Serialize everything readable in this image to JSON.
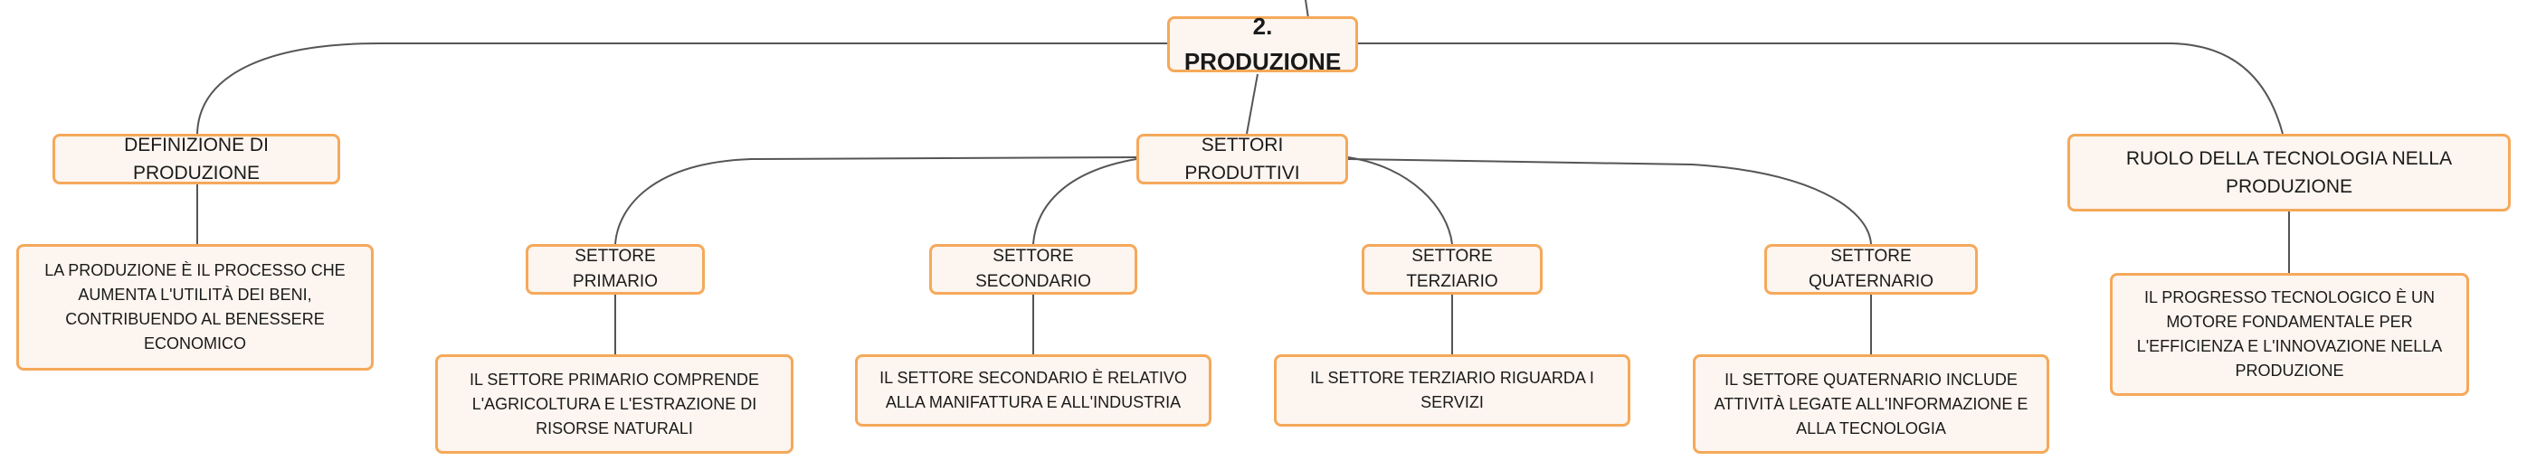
{
  "root": {
    "label": "2. PRODUZIONE"
  },
  "branches": {
    "definizione": {
      "label": "DEFINIZIONE DI PRODUZIONE",
      "detail": "LA PRODUZIONE È IL PROCESSO CHE AUMENTA L'UTILITÀ DEI BENI, CONTRIBUENDO AL BENESSERE ECONOMICO"
    },
    "settori": {
      "label": "SETTORI PRODUTTIVI",
      "primario": {
        "label": "SETTORE PRIMARIO",
        "detail": "IL SETTORE PRIMARIO COMPRENDE L'AGRICOLTURA E L'ESTRAZIONE DI RISORSE NATURALI"
      },
      "secondario": {
        "label": "SETTORE SECONDARIO",
        "detail": "IL SETTORE SECONDARIO È RELATIVO ALLA MANIFATTURA E ALL'INDUSTRIA"
      },
      "terziario": {
        "label": "SETTORE TERZIARIO",
        "detail": "IL SETTORE TERZIARIO RIGUARDA I SERVIZI"
      },
      "quaternario": {
        "label": "SETTORE QUATERNARIO",
        "detail": "IL SETTORE QUATERNARIO INCLUDE ATTIVITÀ LEGATE ALL'INFORMAZIONE E ALLA TECNOLOGIA"
      }
    },
    "tecnologia": {
      "label": "RUOLO DELLA TECNOLOGIA NELLA PRODUZIONE",
      "detail": "IL PROGRESSO TECNOLOGICO È UN MOTORE FONDAMENTALE PER L'EFFICIENZA E L'INNOVAZIONE NELLA PRODUZIONE"
    }
  },
  "colors": {
    "node_border": "#f5a95a",
    "node_fill": "#fdf5ef",
    "connector": "#555555"
  }
}
